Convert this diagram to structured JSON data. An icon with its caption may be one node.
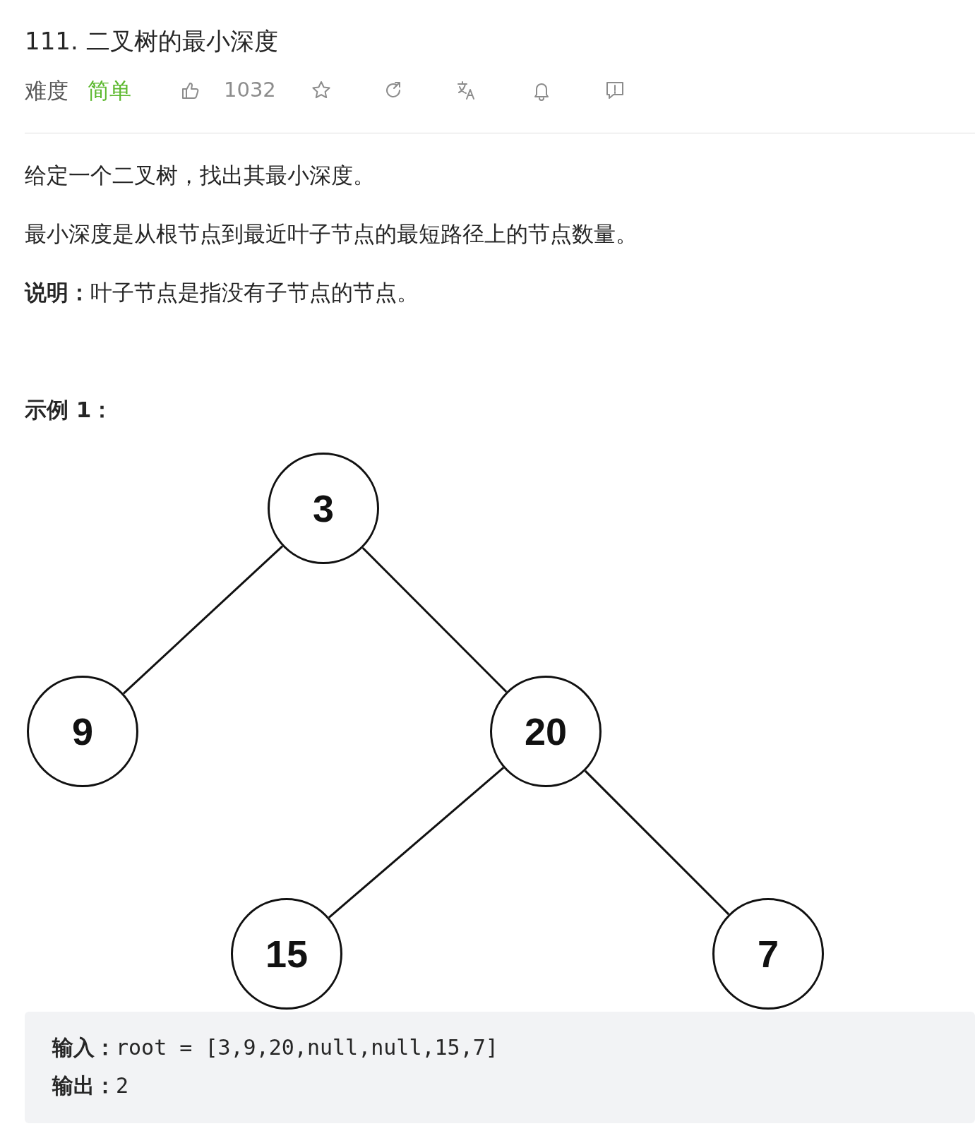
{
  "diagram": {
    "title": "111. 二叉树的最小深度",
    "nodes": [
      {
        "text": [
          "3"
        ]
      },
      {
        "text": [
          "9"
        ]
      },
      {
        "text": [
          "20"
        ]
      },
      {
        "text": [
          "15"
        ]
      },
      {
        "text": [
          "7"
        ]
      }
    ],
    "edges": [
      {
        "from": 0,
        "to": 1,
        "arrow": "none"
      },
      {
        "from": 0,
        "to": 2,
        "arrow": "none"
      },
      {
        "from": 2,
        "to": 3,
        "arrow": "none"
      },
      {
        "from": 2,
        "to": 4,
        "arrow": "none"
      }
    ],
    "labels": [
      "难度",
      "简单",
      "1032",
      "给定一个二叉树，找出其最小深度。",
      "最小深度是从根节点到最近叶子节点的最短路径上的节点数量。",
      "**说明：**叶子节点是指没有子节点的节点。",
      "示例 1：",
      "**输入：**root = [3,9,20,null,null,15,7]",
      "**输出：**2"
    ]
  }
}
